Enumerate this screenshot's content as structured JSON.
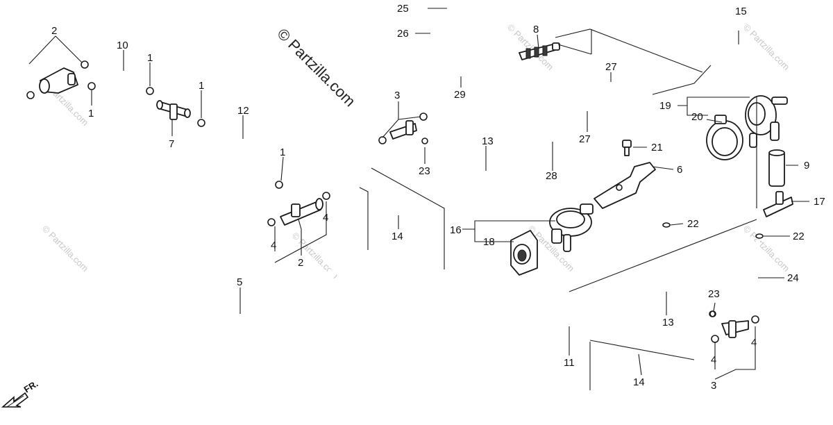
{
  "watermark": {
    "main": "© Partzilla.com",
    "faint": "© Partzilla.com"
  },
  "direction_label": "FR.",
  "callouts": {
    "c1a": "1",
    "c1b": "1",
    "c1c": "1",
    "c1d": "1",
    "c2a": "2",
    "c2b": "2",
    "c3a": "3",
    "c3b": "3",
    "c4a": "4",
    "c4b": "4",
    "c4c": "4",
    "c4d": "4",
    "c5": "5",
    "c6": "6",
    "c7": "7",
    "c8": "8",
    "c9": "9",
    "c10": "10",
    "c11": "11",
    "c12": "12",
    "c13a": "13",
    "c13b": "13",
    "c14a": "14",
    "c14b": "14",
    "c15": "15",
    "c16": "16",
    "c17": "17",
    "c18": "18",
    "c19": "19",
    "c20": "20",
    "c21": "21",
    "c22a": "22",
    "c22b": "22",
    "c23a": "23",
    "c23b": "23",
    "c24": "24",
    "c25": "25",
    "c26": "26",
    "c27a": "27",
    "c27b": "27",
    "c28": "28",
    "c29": "29"
  }
}
